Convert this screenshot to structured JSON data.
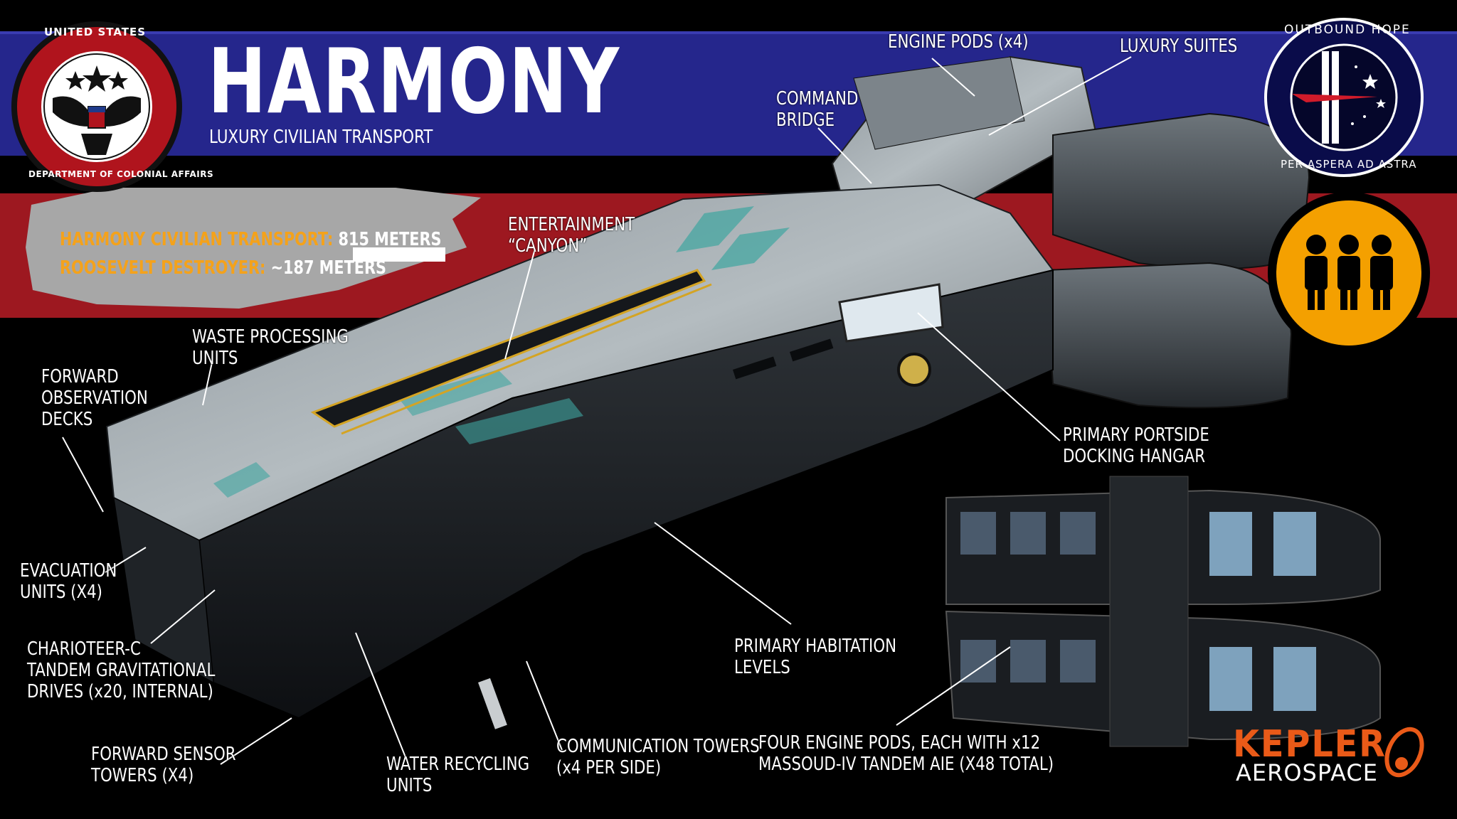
{
  "header": {
    "title": "HARMONY",
    "subtitle": "LUXURY CIVILIAN TRANSPORT"
  },
  "left_seal": {
    "text_top": "UNITED STATES",
    "text_bottom": "DEPARTMENT OF COLONIAL AFFAIRS"
  },
  "right_seal": {
    "text_top": "OUTBOUND HOPE",
    "text_bottom": "PER ASPERA AD ASTRA"
  },
  "scale": {
    "ship1_name": "HARMONY CIVILIAN TRANSPORT:",
    "ship1_value": "815 METERS",
    "ship2_name": "ROOSEVELT DESTROYER:",
    "ship2_value": "~187 METERS"
  },
  "labels": {
    "engine_pods": "ENGINE PODS (x4)",
    "luxury_suites": "LUXURY SUITES",
    "command_bridge": "COMMAND\nBRIDGE",
    "entertainment": "ENTERTAINMENT\n“CANYON”",
    "waste_processing": "WASTE PROCESSING\nUNITS",
    "forward_observation": "FORWARD\nOBSERVATION\nDECKS",
    "primary_portside": "PRIMARY PORTSIDE\nDOCKING HANGAR",
    "evacuation": "EVACUATION\nUNITS (X4)",
    "charioteer": "CHARIOTEER-C\nTANDEM GRAVITATIONAL\nDRIVES (x20, INTERNAL)",
    "primary_habitation": "PRIMARY HABITATION\nLEVELS",
    "forward_sensor": "FORWARD SENSOR\nTOWERS (X4)",
    "water_recycling": "WATER RECYCLING\nUNITS",
    "communication": "COMMUNICATION TOWERS\n(x4 PER SIDE)",
    "four_engine_pods": "FOUR ENGINE PODS, EACH WITH x12\nMASSOUD-IV TANDEM AIE (X48 TOTAL)"
  },
  "brand": {
    "name": "KEPLER",
    "sub": "AEROSPACE"
  },
  "colors": {
    "blue_band": "#25268c",
    "red_band": "#9d1820",
    "accent_orange": "#f4a21b",
    "brand_orange": "#ea5a18",
    "hull_teal": "#3fa5a0"
  }
}
